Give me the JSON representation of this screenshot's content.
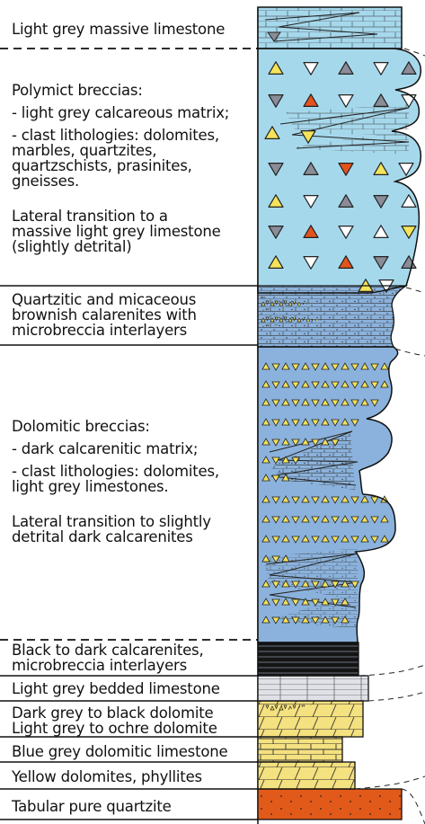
{
  "colors": {
    "light_blue": "#a6d8ec",
    "mid_blue": "#8bb2dc",
    "dark": "#1a1a1a",
    "grey": "#dfe1e6",
    "yellow": "#f4e17f",
    "orange": "#e15a19",
    "outline": "#111111",
    "tri_yellow": "#f5e35a",
    "tri_orange": "#e4531b",
    "tri_grey": "#8a8d97",
    "tri_white": "#ffffff"
  },
  "units": [
    {
      "id": "u1",
      "lines": [
        "Light grey massive limestone"
      ]
    },
    {
      "id": "u2",
      "lines": [
        "Polymict breccias:",
        "- light grey calcareous matrix;",
        "- clast lithologies: dolomites,",
        "marbles, quartzites,",
        "quartzschists, prasinites,",
        "gneisses.",
        "Lateral transition to a",
        "massive light grey limestone",
        "(slightly detrital)"
      ]
    },
    {
      "id": "u3",
      "lines": [
        "Quartzitic and micaceous",
        "brownish calarenites with",
        "microbreccia interlayers"
      ]
    },
    {
      "id": "u4",
      "lines": [
        "Dolomitic breccias:",
        "- dark calcarenitic matrix;",
        "- clast lithologies: dolomites,",
        "light grey limestones.",
        "Lateral transition to slightly",
        "detrital dark calcarenites"
      ]
    },
    {
      "id": "u5",
      "lines": [
        "Black to dark calcarenites,",
        "microbreccia interlayers"
      ]
    },
    {
      "id": "u6",
      "lines": [
        "Light grey bedded limestone"
      ]
    },
    {
      "id": "u7",
      "lines": [
        "Dark grey to black dolomite",
        "Light grey to ochre dolomite"
      ]
    },
    {
      "id": "u8",
      "lines": [
        "Blue grey dolomitic limestone"
      ]
    },
    {
      "id": "u9",
      "lines": [
        "Yellow dolomites, phyllites"
      ]
    },
    {
      "id": "u10",
      "lines": [
        "Tabular pure quartzite"
      ]
    }
  ]
}
